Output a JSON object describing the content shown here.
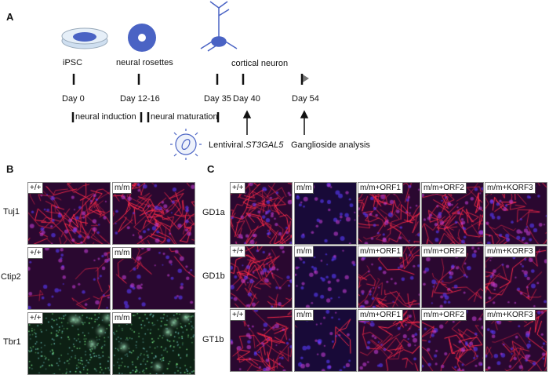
{
  "panelA": {
    "label": "A",
    "stages": [
      "iPSC",
      "neural rosettes",
      "cortical neuron"
    ],
    "days": [
      "Day 0",
      "Day 12-16",
      "Day 35",
      "Day 40",
      "Day 54"
    ],
    "phases": [
      "neural induction",
      "neural maturation"
    ],
    "lentiviral_prefix": "Lentiviral.",
    "lentiviral_gene": "ST3GAL5",
    "analysis": "Ganglioside analysis",
    "icons": [
      "petri-dish-icon",
      "rosette-icon",
      "neuron-icon",
      "virus-icon"
    ]
  },
  "panelB": {
    "label": "B",
    "rows": [
      {
        "marker": "Tuj1",
        "tags": [
          "+/+",
          "m/m"
        ],
        "stain": "red"
      },
      {
        "marker": "Ctip2",
        "tags": [
          "+/+",
          "m/m"
        ],
        "stain": "red"
      },
      {
        "marker": "Tbr1",
        "tags": [
          "+/+",
          "m/m"
        ],
        "stain": "green"
      }
    ]
  },
  "panelC": {
    "label": "C",
    "rows": [
      {
        "marker": "GD1a",
        "tags": [
          "+/+",
          "m/m",
          "m/m+ORF1",
          "m/m+ORF2",
          "m/m+KORF3"
        ]
      },
      {
        "marker": "GD1b",
        "tags": [
          "+/+",
          "m/m",
          "m/m+ORF1",
          "m/m+ORF2",
          "m/m+KORF3"
        ]
      },
      {
        "marker": "GT1b",
        "tags": [
          "+/+",
          "m/m",
          "m/m+ORF1",
          "m/m+ORF2",
          "m/m+KORF3"
        ]
      }
    ]
  },
  "colors": {
    "red_stain": "#ff2a4a",
    "blue_stain": "#5a3cff",
    "green_stain": "#7cf08a",
    "icon_blue": "#4a63c4"
  }
}
